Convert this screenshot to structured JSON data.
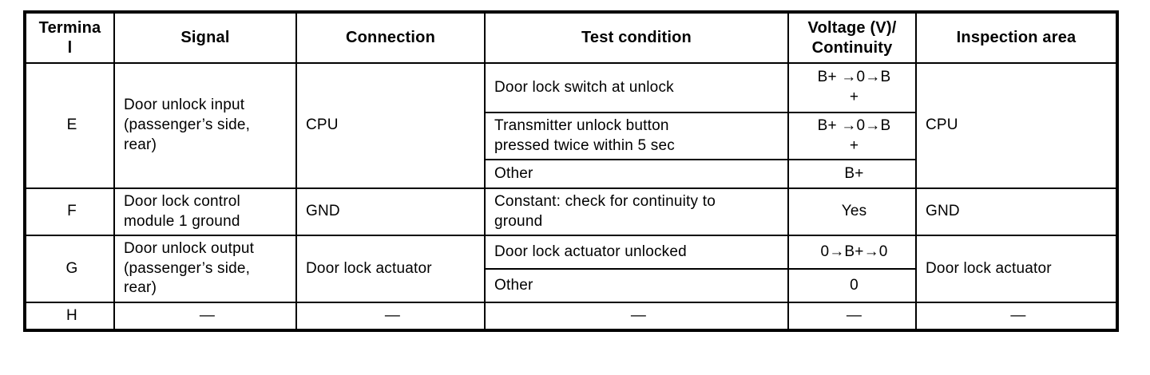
{
  "table": {
    "columns": {
      "terminal": "Termina\nl",
      "signal": "Signal",
      "connection": "Connection",
      "test_condition": "Test condition",
      "voltage": "Voltage (V)/\nContinuity",
      "inspection_area": "Inspection area"
    },
    "rows": [
      {
        "terminal": "E",
        "signal": "Door unlock input\n(passenger’s side,\nrear)",
        "connection": "CPU",
        "inspection_area": "CPU",
        "conditions": [
          {
            "test": "Door lock switch at unlock",
            "value": "B+ →0→B\n+"
          },
          {
            "test": "Transmitter unlock button\npressed twice within 5 sec",
            "value": "B+ →0→B\n+"
          },
          {
            "test": "Other",
            "value": "B+"
          }
        ]
      },
      {
        "terminal": "F",
        "signal": "Door lock control\nmodule 1 ground",
        "connection": "GND",
        "inspection_area": "GND",
        "conditions": [
          {
            "test": "Constant: check for continuity to\nground",
            "value": "Yes"
          }
        ]
      },
      {
        "terminal": "G",
        "signal": "Door unlock output\n(passenger’s side,\nrear)",
        "connection": "Door lock actuator",
        "inspection_area": "Door lock actuator",
        "conditions": [
          {
            "test": "Door lock actuator unlocked",
            "value": "0→B+→0"
          },
          {
            "test": "Other",
            "value": "0"
          }
        ]
      },
      {
        "terminal": "H",
        "signal": "—",
        "connection": "—",
        "inspection_area": "—",
        "conditions": [
          {
            "test": "—",
            "value": "—"
          }
        ]
      }
    ]
  }
}
